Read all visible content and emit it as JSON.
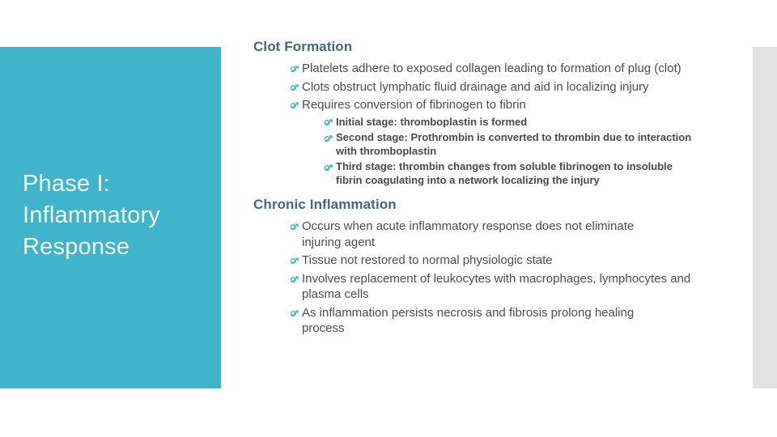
{
  "slide": {
    "side_title": {
      "full": "Phase I: Inflammatory Response",
      "line1": "Phase I:",
      "line2": "Inflammatory",
      "line3": "Response"
    },
    "sections": [
      {
        "heading": "Clot Formation",
        "bullets": [
          "Platelets adhere to exposed collagen leading to formation of plug (clot)",
          "Clots obstruct lymphatic fluid drainage and aid in localizing injury",
          "Requires conversion of fibrinogen to fibrin"
        ],
        "sub_bullets": [
          "Initial stage: thromboplastin is formed",
          "Second stage: Prothrombin is converted to thrombin due to interaction with thromboplastin",
          "Third stage: thrombin changes from soluble fibrinogen to insoluble fibrin coagulating into a network localizing the injury"
        ]
      },
      {
        "heading": "Chronic Inflammation",
        "bullets": [
          "Occurs when acute inflammatory response does not eliminate injuring agent",
          "Tissue not restored to normal physiologic state",
          "Involves replacement of leukocytes with macrophages, lymphocytes and plasma cells",
          "As inflammation persists necrosis and fibrosis prolong healing process"
        ]
      }
    ],
    "icons": {
      "bullet": "arrow-bullet-icon"
    },
    "colors": {
      "sidebar_teal": "#3fb4cb",
      "bullet_teal": "#41b6ce",
      "heading_teal": "#456a72",
      "body_text": "#4d4d4d",
      "edge_strip_gray": "#e3e3e3",
      "side_title_text": "#f4fbfc"
    }
  }
}
